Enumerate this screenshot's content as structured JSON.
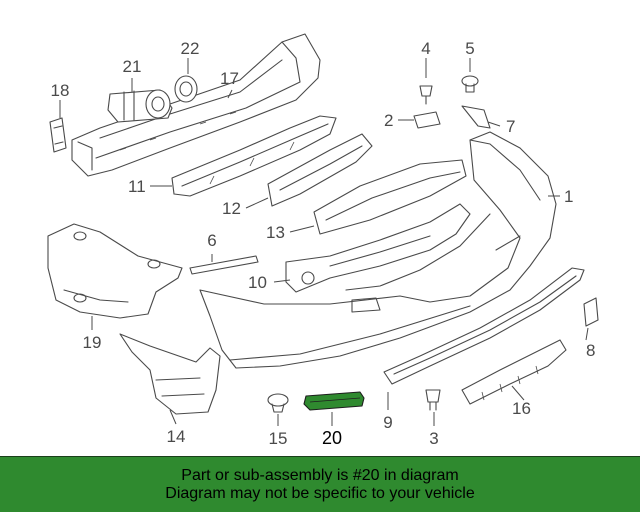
{
  "colors": {
    "highlight": "#2f8a2f",
    "banner_bg": "#2f8a2f",
    "line": "#4a4a4a"
  },
  "diagram": {
    "highlighted_callout": "20",
    "callouts": {
      "c1": "1",
      "c2": "2",
      "c3": "3",
      "c4": "4",
      "c5": "5",
      "c6": "6",
      "c7": "7",
      "c8": "8",
      "c9": "9",
      "c10": "10",
      "c11": "11",
      "c12": "12",
      "c13": "13",
      "c14": "14",
      "c15": "15",
      "c16": "16",
      "c17": "17",
      "c18": "18",
      "c19": "19",
      "c20": "20",
      "c21": "21",
      "c22": "22"
    }
  },
  "banner": {
    "line1": "Part or sub-assembly is #20 in diagram",
    "line2": "Diagram may not be specific to your vehicle"
  }
}
